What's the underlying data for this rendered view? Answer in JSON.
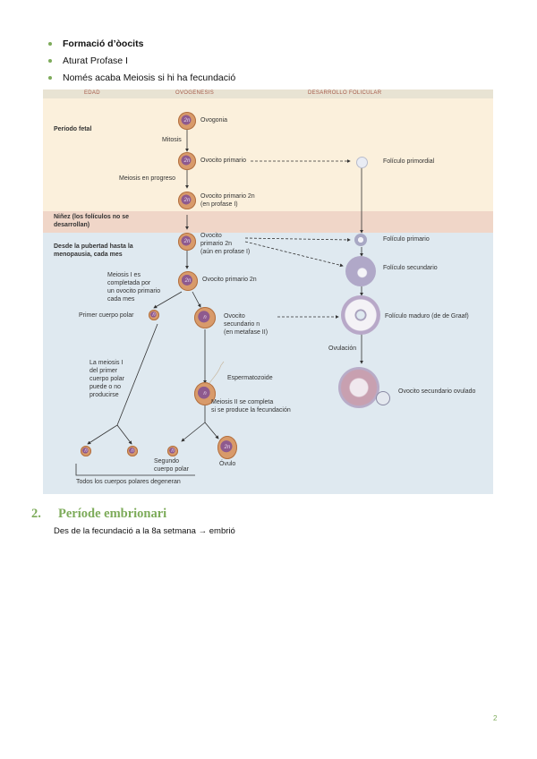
{
  "bullets": [
    {
      "text": "Formació d’òocits",
      "bold": true
    },
    {
      "text": "Aturat Profase I",
      "bold": false
    },
    {
      "text": "Només acaba Meiosis si hi ha fecundació",
      "bold": false
    }
  ],
  "figure": {
    "headers": {
      "age": "EDAD",
      "oogenesis": "OVOGÉNESIS",
      "follicular": "DESARROLLO FOLICULAR"
    },
    "rows": {
      "fetal": "Período fetal",
      "childhood": "Niñez (los folículos no se desarrollan)",
      "puberty": "Desde la pubertad hasta la menopausia, cada mes"
    },
    "labels": {
      "oogonia": "Ovogonia",
      "mitosis": "Mitosis",
      "primary_oocyte": "Ovocito primario",
      "meiosis_progress": "Meiosis en progreso",
      "primary_2n_prophase_1": "Ovocito primario 2n",
      "primary_2n_prophase_2": "(en profase I)",
      "primordial_follicle": "Folículo primordial",
      "oocyte_2n_a": "Ovocito",
      "oocyte_2n_b": "primario 2n",
      "oocyte_2n_c": "(aún en profase I)",
      "primary_follicle": "Folículo primario",
      "secondary_follicle": "Folículo secundario",
      "primary_2n": "Ovocito primario 2n",
      "meiosis1_done_1": "Meiosis I es",
      "meiosis1_done_2": "completada por",
      "meiosis1_done_3": "un ovocito primario",
      "meiosis1_done_4": "cada mes",
      "first_polar_body": "Primer cuerpo polar",
      "secondary_oocyte_1": "Ovocito",
      "secondary_oocyte_2": "secundario n",
      "secondary_oocyte_3": "(en metafase II)",
      "mature_follicle": "Folículo maduro (de de Graaf)",
      "ovulation": "Ovulación",
      "ovulated_oocyte": "Ovocito secundario ovulado",
      "polar_meiosis_1": "La meiosis I",
      "polar_meiosis_2": "del primer",
      "polar_meiosis_3": "cuerpo polar",
      "polar_meiosis_4": "puede o no",
      "polar_meiosis_5": "producirse",
      "sperm": "Espermatozoide",
      "meiosis2_1": "Meiosis II se completa",
      "meiosis2_2": "si se produce la fecundación",
      "second_polar_1": "Segundo",
      "second_polar_2": "cuerpo polar",
      "ovum": "Óvulo",
      "all_degenerate": "Todos los cuerpos polares degeneran"
    },
    "cell_marks": {
      "diploid": "2n",
      "haploid": "n"
    },
    "colors": {
      "header": "#e8e3d3",
      "fetal": "#fbf0dc",
      "childhood": "#f0d6c8",
      "puberty": "#dfe9f0",
      "header_text": "#a55a4a"
    }
  },
  "section": {
    "number": "2.",
    "title": "Període embrionari"
  },
  "paragraph": "Des de la fecundació a la 8a setmana → embrió",
  "page_number": "2",
  "accent_color": "#7dab5a"
}
